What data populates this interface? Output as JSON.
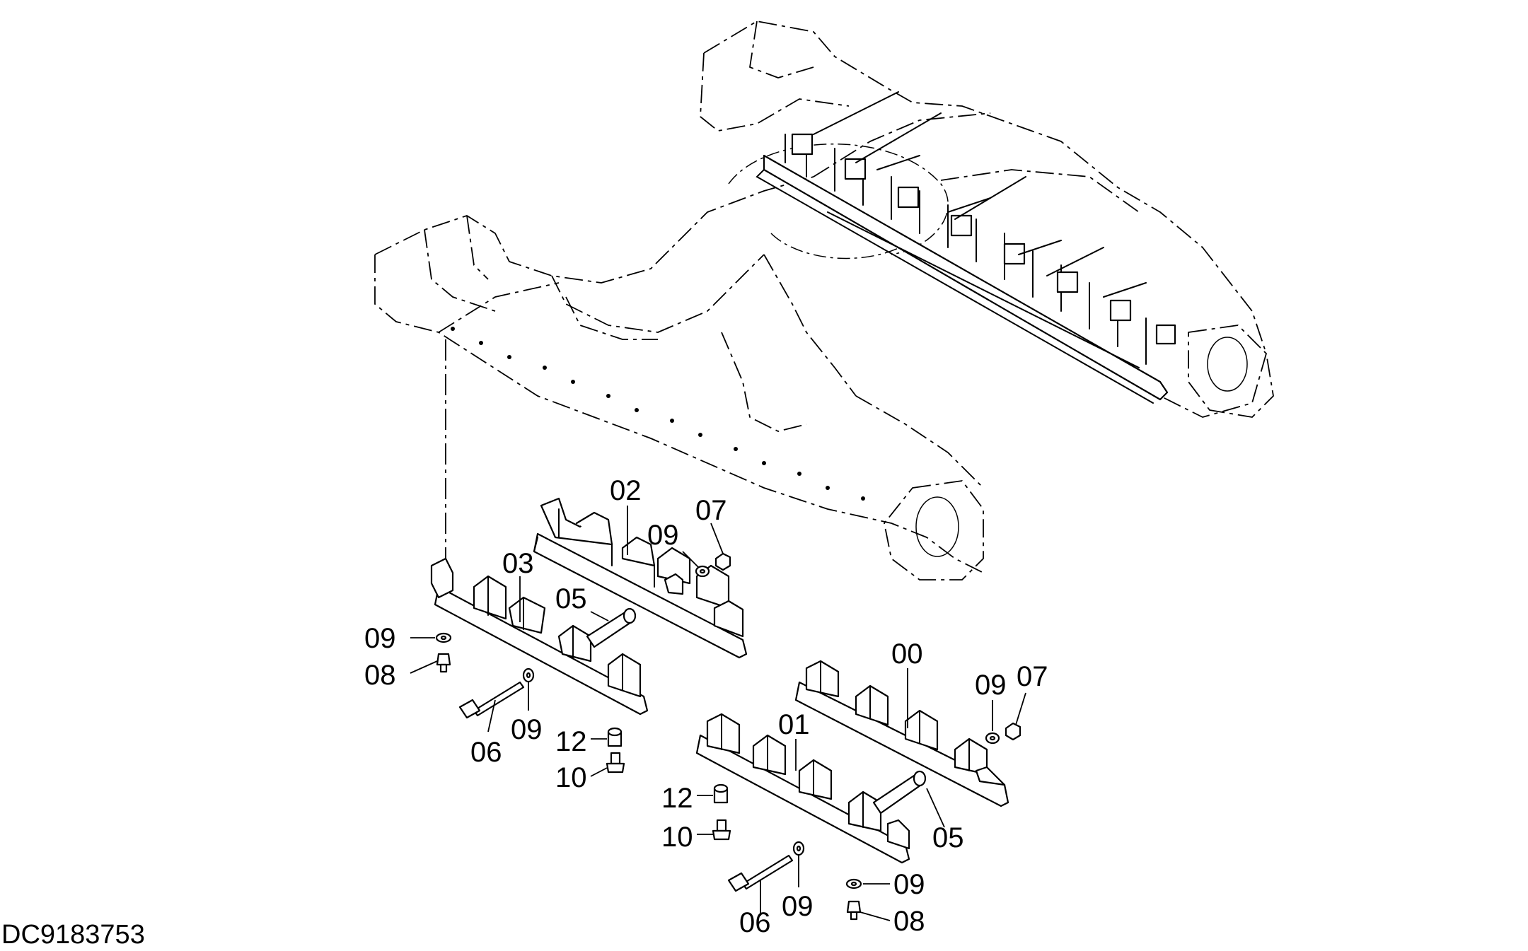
{
  "drawing_code": "DC9183753",
  "callouts": [
    {
      "id": "c-02-upper",
      "text": "02"
    },
    {
      "id": "c-07-upper",
      "text": "07"
    },
    {
      "id": "c-09-upper",
      "text": "09"
    },
    {
      "id": "c-03",
      "text": "03"
    },
    {
      "id": "c-05-upper",
      "text": "05"
    },
    {
      "id": "c-09-left",
      "text": "09"
    },
    {
      "id": "c-08-left",
      "text": "08"
    },
    {
      "id": "c-09-mid",
      "text": "09"
    },
    {
      "id": "c-06-left",
      "text": "06"
    },
    {
      "id": "c-12-left",
      "text": "12"
    },
    {
      "id": "c-10-left",
      "text": "10"
    },
    {
      "id": "c-00",
      "text": "00"
    },
    {
      "id": "c-09-right",
      "text": "09"
    },
    {
      "id": "c-07-right",
      "text": "07"
    },
    {
      "id": "c-01",
      "text": "01"
    },
    {
      "id": "c-12-right",
      "text": "12"
    },
    {
      "id": "c-05-right",
      "text": "05"
    },
    {
      "id": "c-10-right",
      "text": "10"
    },
    {
      "id": "c-09-lower",
      "text": "09"
    },
    {
      "id": "c-09-bottom",
      "text": "09"
    },
    {
      "id": "c-06-right",
      "text": "06"
    },
    {
      "id": "c-08-right",
      "text": "08"
    }
  ]
}
